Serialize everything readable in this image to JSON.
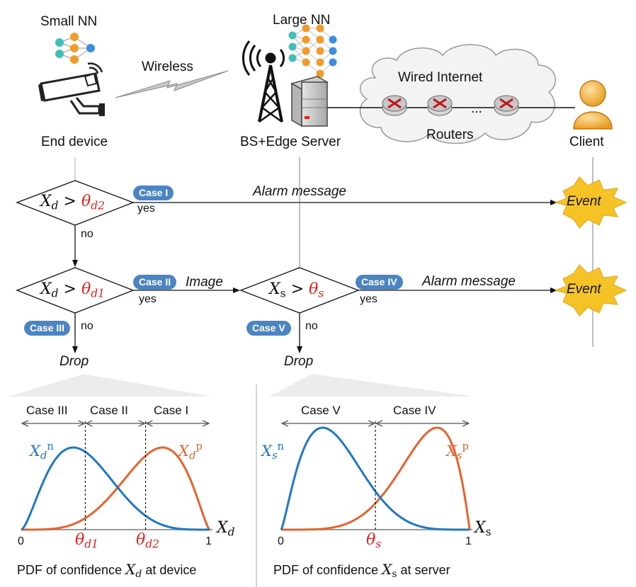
{
  "top": {
    "small_nn": "Small NN",
    "large_nn": "Large NN",
    "wireless": "Wireless",
    "wired_internet": "Wired Internet",
    "routers": "Routers",
    "ellipsis": "...",
    "end_device": "End device",
    "bs_edge": "BS+Edge Server",
    "client": "Client"
  },
  "flow": {
    "case1": "Case I",
    "case2": "Case II",
    "case3": "Case III",
    "case4": "Case IV",
    "case5": "Case V",
    "yes": "yes",
    "no": "no",
    "alarm": "Alarm message",
    "image": "Image",
    "drop": "Drop",
    "event": "Event",
    "d1_var": "X",
    "d1_sub": "d",
    "gt": ">",
    "th_d2": "θ",
    "th_d2_sub": "d2",
    "th_d1_sub": "d1",
    "xs_sub": "s",
    "th_s_sub": "s"
  },
  "plots": {
    "left": {
      "cases": [
        "Case III",
        "Case II",
        "Case I"
      ],
      "x0": "0",
      "x1": "1",
      "caption_pre": "PDF of confidence",
      "caption_post": "at device"
    },
    "right": {
      "cases": [
        "Case V",
        "Case IV"
      ],
      "x0": "0",
      "x1": "1",
      "caption_pre": "PDF of confidence",
      "caption_post": "at server"
    },
    "sup_n": "n",
    "sup_p": "p"
  },
  "colors": {
    "blue_curve": "#1f77c4",
    "orange_curve": "#e8622c",
    "case_pill": "#4b84c2",
    "threshold": "#e0201c",
    "event_burst": "#f6c326"
  }
}
